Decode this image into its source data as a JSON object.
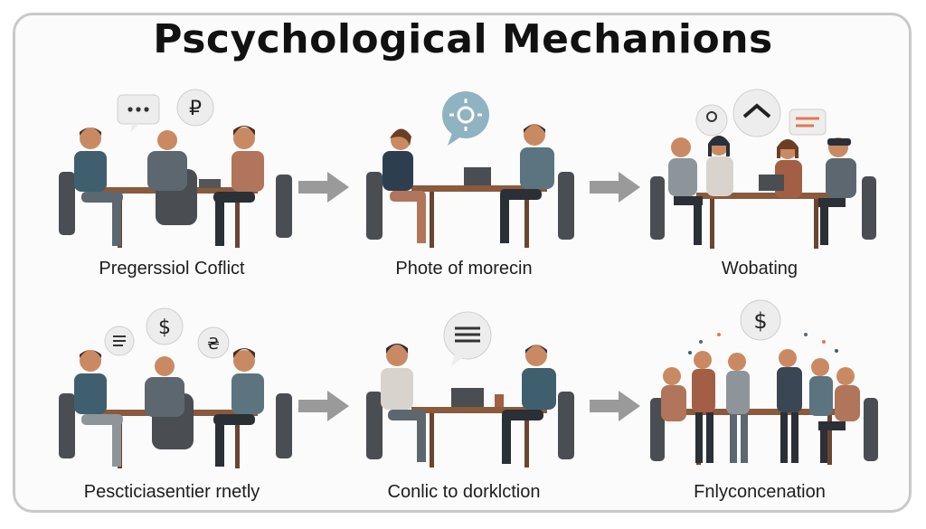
{
  "title": "Pscychological Mechanions",
  "panels": [
    {
      "caption": "Pregerssiol Coflict",
      "bubbles": [
        "dots-bubble-icon",
        "currency-bubble-icon"
      ]
    },
    {
      "caption": "Phote of morecin",
      "bubbles": [
        "sun-bubble-icon"
      ]
    },
    {
      "caption": "Wobating",
      "bubbles": [
        "person-bubble-icon",
        "house-bubble-icon",
        "lines-bubble-icon"
      ]
    },
    {
      "caption": "Pescticiasentier rnetly",
      "bubbles": [
        "list-bubble-icon",
        "dollar-bubble-icon",
        "currency-bubble-icon"
      ]
    },
    {
      "caption": "Conlic to dorklction",
      "bubbles": [
        "list-bubble-icon"
      ]
    },
    {
      "caption": "Fnlyconcenation",
      "bubbles": [
        "dollar-bubble-icon"
      ]
    }
  ],
  "colors": {
    "arrow": "#9a9a9a",
    "table": "#8a5a3c",
    "chair": "#4a4d52",
    "skin": "#c98a63",
    "hair": "#4a2c1e",
    "shirt_teal": "#3f5f6e",
    "shirt_gray": "#5c6770",
    "pants": "#2b2f36",
    "bubble": "#eeeeee",
    "accent_orange": "#e07a4f"
  }
}
